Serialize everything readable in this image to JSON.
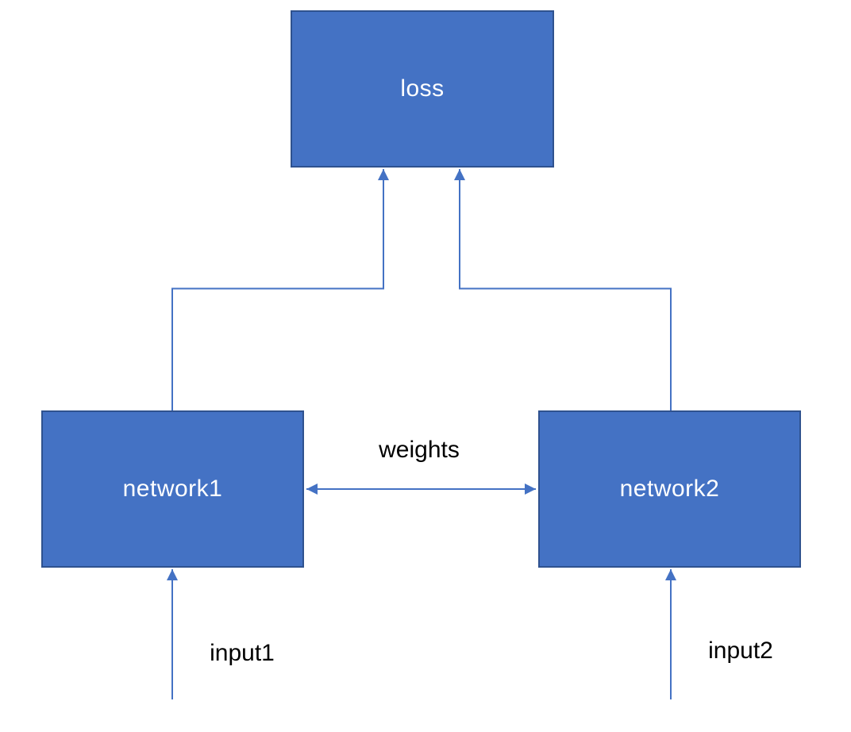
{
  "nodes": {
    "loss": {
      "label": "loss"
    },
    "network1": {
      "label": "network1"
    },
    "network2": {
      "label": "network2"
    }
  },
  "labels": {
    "weights": "weights",
    "input1": "input1",
    "input2": "input2"
  },
  "edges": [
    {
      "from": "network1",
      "to": "loss",
      "style": "elbow",
      "arrow": "end"
    },
    {
      "from": "network2",
      "to": "loss",
      "style": "elbow",
      "arrow": "end"
    },
    {
      "from": "network1",
      "to": "network2",
      "style": "straight",
      "arrow": "both",
      "label": "weights"
    },
    {
      "from": "input1",
      "to": "network1",
      "style": "straight",
      "arrow": "end"
    },
    {
      "from": "input2",
      "to": "network2",
      "style": "straight",
      "arrow": "end"
    }
  ],
  "colors": {
    "node-fill": "#4472c4",
    "node-border": "#2f528f",
    "connector": "#4472c4",
    "node-text": "#ffffff",
    "label-text": "#000000",
    "background": "#ffffff"
  }
}
